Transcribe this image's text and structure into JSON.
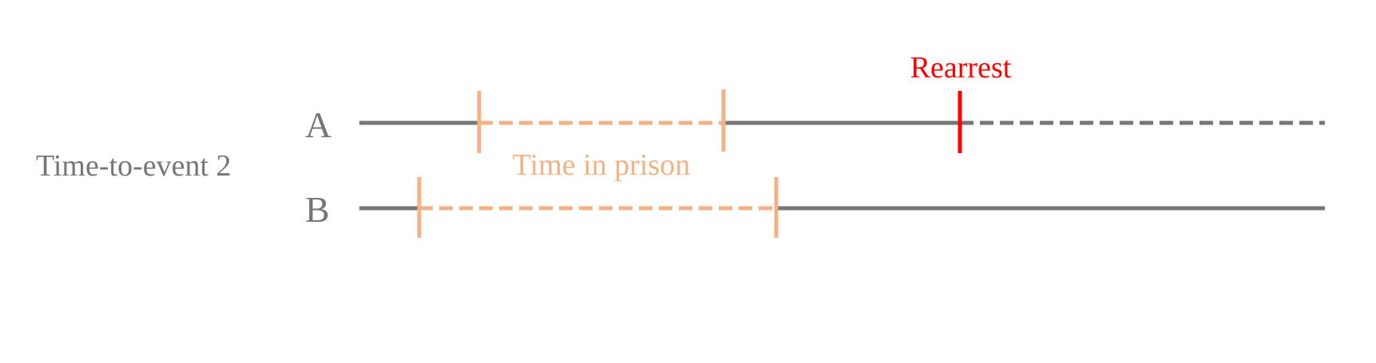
{
  "diagram": {
    "row_title": "Time-to-event 2",
    "rows": [
      {
        "label": "A"
      },
      {
        "label": "B"
      }
    ],
    "prison_label": "Time in prison",
    "rearrest_label": "Rearrest",
    "colors": {
      "timeline": "#767676",
      "prison": "#F4B183",
      "rearrest": "#FF0000",
      "text_gray": "#767676"
    }
  }
}
